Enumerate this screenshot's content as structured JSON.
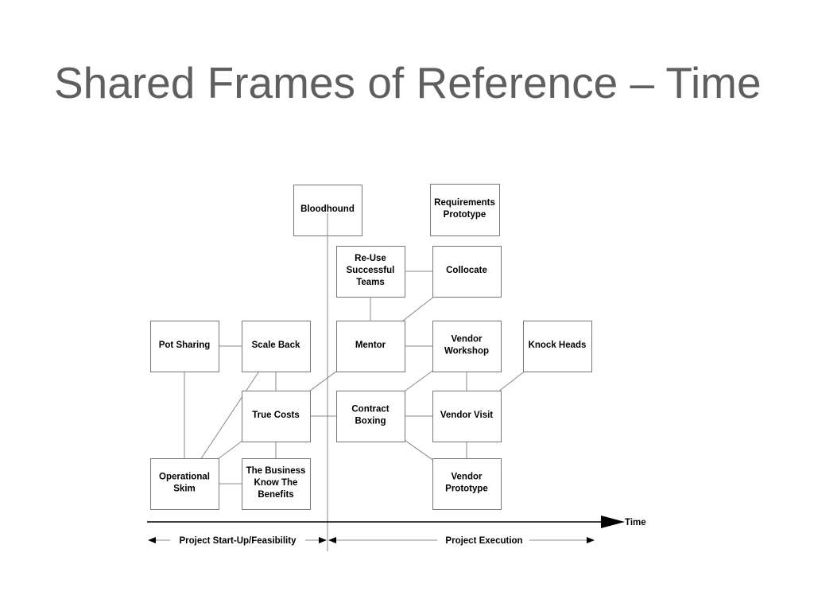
{
  "title": "Shared Frames of Reference – Time",
  "boxes": [
    {
      "id": "bloodhound",
      "lines": [
        "Bloodhound"
      ]
    },
    {
      "id": "requirements-prototype",
      "lines": [
        "Requirements",
        "Prototype"
      ]
    },
    {
      "id": "reuse-successful-teams",
      "lines": [
        "Re-Use",
        "Successful",
        "Teams"
      ]
    },
    {
      "id": "collocate",
      "lines": [
        "Collocate"
      ]
    },
    {
      "id": "pot-sharing",
      "lines": [
        "Pot Sharing"
      ]
    },
    {
      "id": "scale-back",
      "lines": [
        "Scale Back"
      ]
    },
    {
      "id": "mentor",
      "lines": [
        "Mentor"
      ]
    },
    {
      "id": "vendor-workshop",
      "lines": [
        "Vendor",
        "Workshop"
      ]
    },
    {
      "id": "knock-heads",
      "lines": [
        "Knock Heads"
      ]
    },
    {
      "id": "true-costs",
      "lines": [
        "True Costs"
      ]
    },
    {
      "id": "contract-boxing",
      "lines": [
        "Contract",
        "Boxing"
      ]
    },
    {
      "id": "vendor-visit",
      "lines": [
        "Vendor Visit"
      ]
    },
    {
      "id": "operational-skim",
      "lines": [
        "Operational",
        "Skim"
      ]
    },
    {
      "id": "business-know-benefits",
      "lines": [
        "The Business",
        "Know The",
        "Benefits"
      ]
    },
    {
      "id": "vendor-prototype",
      "lines": [
        "Vendor",
        "Prototype"
      ]
    }
  ],
  "connections": [
    [
      "pot-sharing",
      "scale-back"
    ],
    [
      "pot-sharing",
      "operational-skim"
    ],
    [
      "scale-back",
      "true-costs"
    ],
    [
      "scale-back",
      "operational-skim"
    ],
    [
      "true-costs",
      "operational-skim"
    ],
    [
      "true-costs",
      "business-know-benefits"
    ],
    [
      "operational-skim",
      "business-know-benefits"
    ],
    [
      "true-costs",
      "mentor"
    ],
    [
      "true-costs",
      "contract-boxing"
    ],
    [
      "reuse-successful-teams",
      "collocate"
    ],
    [
      "reuse-successful-teams",
      "mentor"
    ],
    [
      "mentor",
      "collocate"
    ],
    [
      "mentor",
      "vendor-workshop"
    ],
    [
      "vendor-workshop",
      "contract-boxing"
    ],
    [
      "vendor-workshop",
      "vendor-visit"
    ],
    [
      "vendor-visit",
      "knock-heads"
    ],
    [
      "contract-boxing",
      "vendor-visit"
    ],
    [
      "contract-boxing",
      "vendor-prototype"
    ],
    [
      "vendor-visit",
      "vendor-prototype"
    ]
  ],
  "timeline": {
    "label": "Time",
    "phases": [
      "Project Start-Up/Feasibility",
      "Project Execution"
    ]
  },
  "colors": {
    "line": "#888888",
    "box_border": "#777777",
    "axis": "#000000"
  }
}
